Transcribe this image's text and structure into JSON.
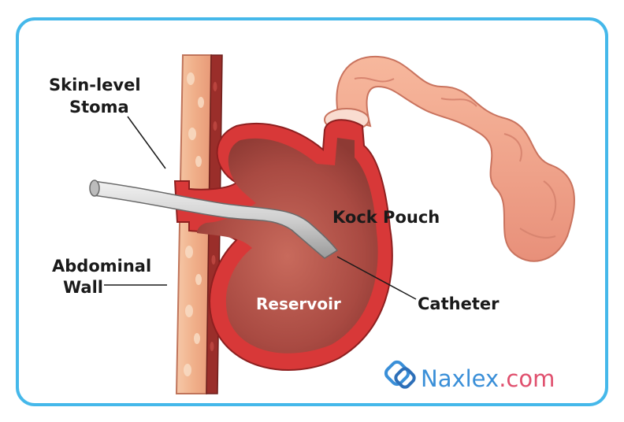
{
  "labels": {
    "stoma_line1": "Skin-level",
    "stoma_line2": "Stoma",
    "abdominal_line1": "Abdominal",
    "abdominal_line2": "Wall",
    "kock_pouch": "Kock Pouch",
    "reservoir": "Reservoir",
    "catheter": "Catheter"
  },
  "brand": {
    "name": "Naxlex",
    "tld": ".com",
    "icon": "naxlex-logo-icon"
  },
  "colors": {
    "frame": "#45b8ea",
    "tissue_red": "#d83838",
    "pouch_interior": "#b5524a",
    "intestine": "#f2a98f",
    "catheter": "#d8d8d8",
    "brand_blue": "#3a8fd8",
    "brand_pink": "#e0506e"
  }
}
